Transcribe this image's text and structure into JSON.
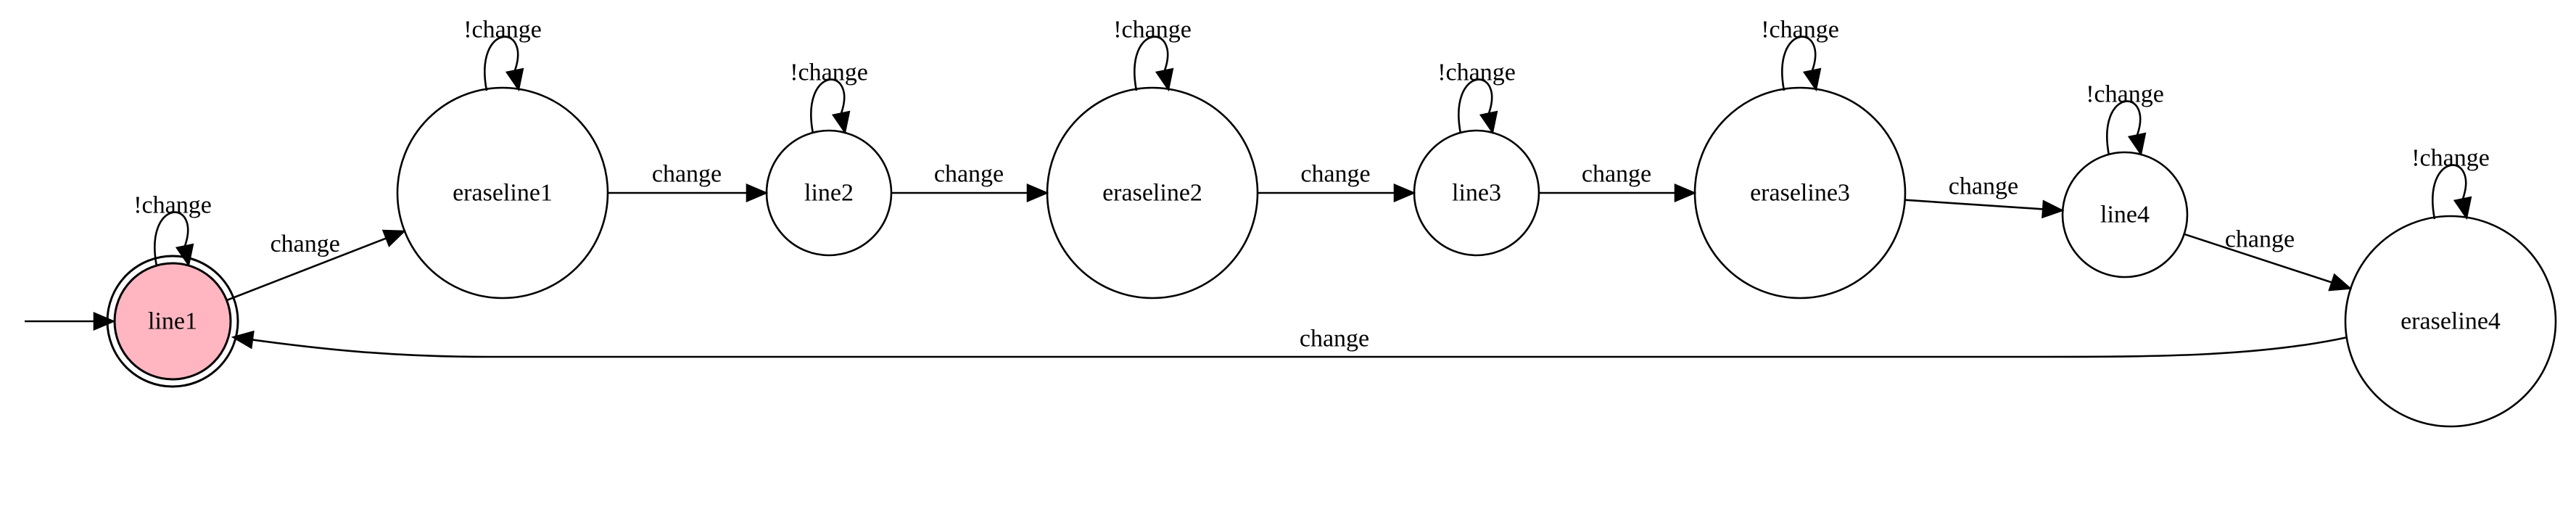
{
  "diagram": {
    "type": "state-machine",
    "initial_state": "line1",
    "accepting_state_color": "#ffb6c1",
    "states": [
      {
        "id": "line1",
        "label": "line1",
        "initial": true,
        "accepting": true
      },
      {
        "id": "eraseline1",
        "label": "eraseline1"
      },
      {
        "id": "line2",
        "label": "line2"
      },
      {
        "id": "eraseline2",
        "label": "eraseline2"
      },
      {
        "id": "line3",
        "label": "line3"
      },
      {
        "id": "eraseline3",
        "label": "eraseline3"
      },
      {
        "id": "line4",
        "label": "line4"
      },
      {
        "id": "eraseline4",
        "label": "eraseline4"
      }
    ],
    "transitions": [
      {
        "from": "line1",
        "to": "line1",
        "label": "!change"
      },
      {
        "from": "line1",
        "to": "eraseline1",
        "label": "change"
      },
      {
        "from": "eraseline1",
        "to": "eraseline1",
        "label": "!change"
      },
      {
        "from": "eraseline1",
        "to": "line2",
        "label": "change"
      },
      {
        "from": "line2",
        "to": "line2",
        "label": "!change"
      },
      {
        "from": "line2",
        "to": "eraseline2",
        "label": "change"
      },
      {
        "from": "eraseline2",
        "to": "eraseline2",
        "label": "!change"
      },
      {
        "from": "eraseline2",
        "to": "line3",
        "label": "change"
      },
      {
        "from": "line3",
        "to": "line3",
        "label": "!change"
      },
      {
        "from": "line3",
        "to": "eraseline3",
        "label": "change"
      },
      {
        "from": "eraseline3",
        "to": "eraseline3",
        "label": "!change"
      },
      {
        "from": "eraseline3",
        "to": "line4",
        "label": "change"
      },
      {
        "from": "line4",
        "to": "line4",
        "label": "!change"
      },
      {
        "from": "line4",
        "to": "eraseline4",
        "label": "change"
      },
      {
        "from": "eraseline4",
        "to": "eraseline4",
        "label": "!change"
      },
      {
        "from": "eraseline4",
        "to": "line1",
        "label": "change"
      }
    ]
  }
}
